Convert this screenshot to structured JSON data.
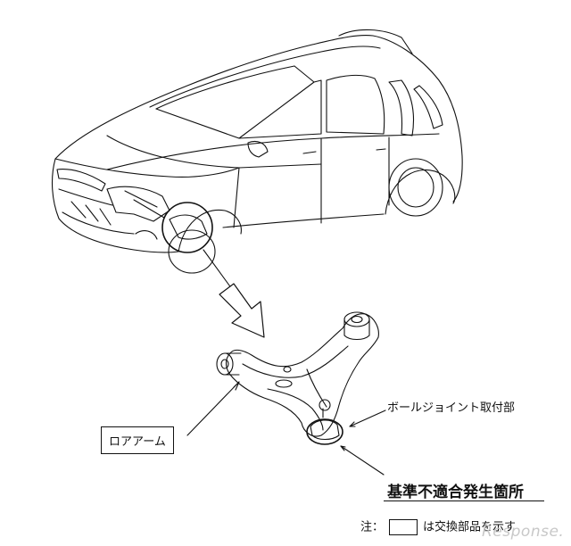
{
  "labels": {
    "lower_arm": "ロアアーム",
    "ball_joint": "ボールジョイント取付部",
    "nonconforming_location": "基準不適合発生箇所"
  },
  "legend": {
    "prefix": "注：",
    "suffix": "は交換部品を示す"
  },
  "watermark": {
    "text": "Response."
  },
  "colors": {
    "line": "#111111",
    "watermark": "#c8c8c8"
  }
}
